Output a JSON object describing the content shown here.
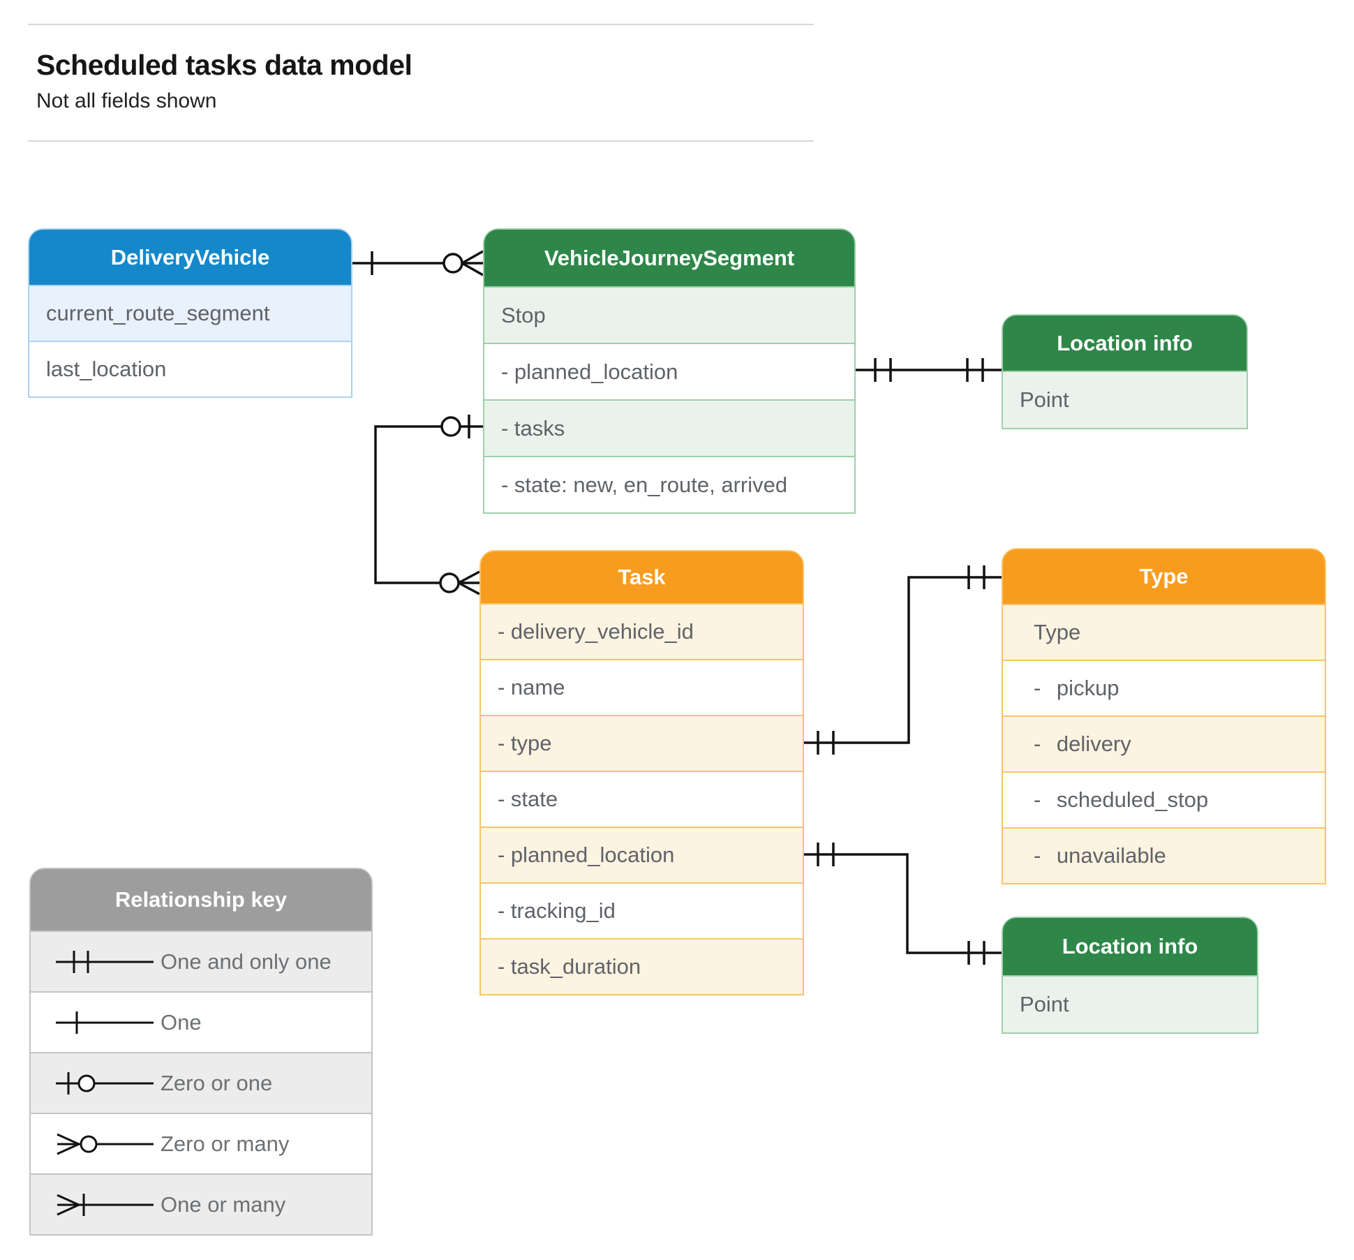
{
  "page": {
    "title": "Scheduled tasks data model",
    "subtitle": "Not all fields shown"
  },
  "entities": [
    {
      "title": "DeliveryVehicle",
      "color_group": "blue",
      "rows": [
        "current_route_segment",
        "last_location"
      ]
    },
    {
      "title": "VehicleJourneySegment",
      "color_group": "green",
      "rows": [
        "Stop",
        "- planned_location",
        "- tasks",
        "- state: new, en_route, arrived"
      ]
    },
    {
      "title": "Location info",
      "color_group": "green",
      "rows": [
        "Point"
      ]
    },
    {
      "title": "Task",
      "color_group": "orange",
      "rows": [
        "- delivery_vehicle_id",
        "- name",
        "- type",
        "- state",
        "- planned_location",
        "- tracking_id",
        "- task_duration"
      ]
    },
    {
      "title": "Type",
      "color_group": "orange",
      "rows": [
        "Type",
        "- pickup",
        "- delivery",
        "- scheduled_stop",
        "- unavailable"
      ]
    },
    {
      "title": "Location info",
      "color_group": "green",
      "rows": [
        "Point"
      ]
    }
  ],
  "relationships": [
    {
      "from": "DeliveryVehicle",
      "from_cardinality": "one",
      "to": "VehicleJourneySegment",
      "to_cardinality": "zero_or_many"
    },
    {
      "from": "VehicleJourneySegment.planned_location",
      "from_cardinality": "one_and_only_one",
      "to": "Location info",
      "to_cardinality": "one_and_only_one"
    },
    {
      "from": "VehicleJourneySegment.tasks",
      "from_cardinality": "zero_or_one",
      "to": "Task",
      "to_cardinality": "zero_or_many"
    },
    {
      "from": "Task.type",
      "from_cardinality": "one_and_only_one",
      "to": "Type",
      "to_cardinality": "one_and_only_one"
    },
    {
      "from": "Task.planned_location",
      "from_cardinality": "one_and_only_one",
      "to": "Location info",
      "to_cardinality": "one_and_only_one"
    }
  ],
  "legend": {
    "title": "Relationship key",
    "items": [
      {
        "symbol": "one_and_only_one",
        "label": "One and only one"
      },
      {
        "symbol": "one",
        "label": "One"
      },
      {
        "symbol": "zero_or_one",
        "label": "Zero or one"
      },
      {
        "symbol": "zero_or_many",
        "label": "Zero or many"
      },
      {
        "symbol": "one_or_many",
        "label": "One or many"
      }
    ]
  },
  "colors": {
    "blue_header": "#1588ca",
    "blue_row": "#e9f1fc",
    "green_header": "#2e8749",
    "green_row": "#e9f3ec",
    "orange_header": "#f79c1e",
    "orange_row": "#fdf3e1",
    "gray_header": "#9d9d9d",
    "gray_row": "#ececec",
    "connector": "#111111",
    "row_text": "#5f6368"
  }
}
